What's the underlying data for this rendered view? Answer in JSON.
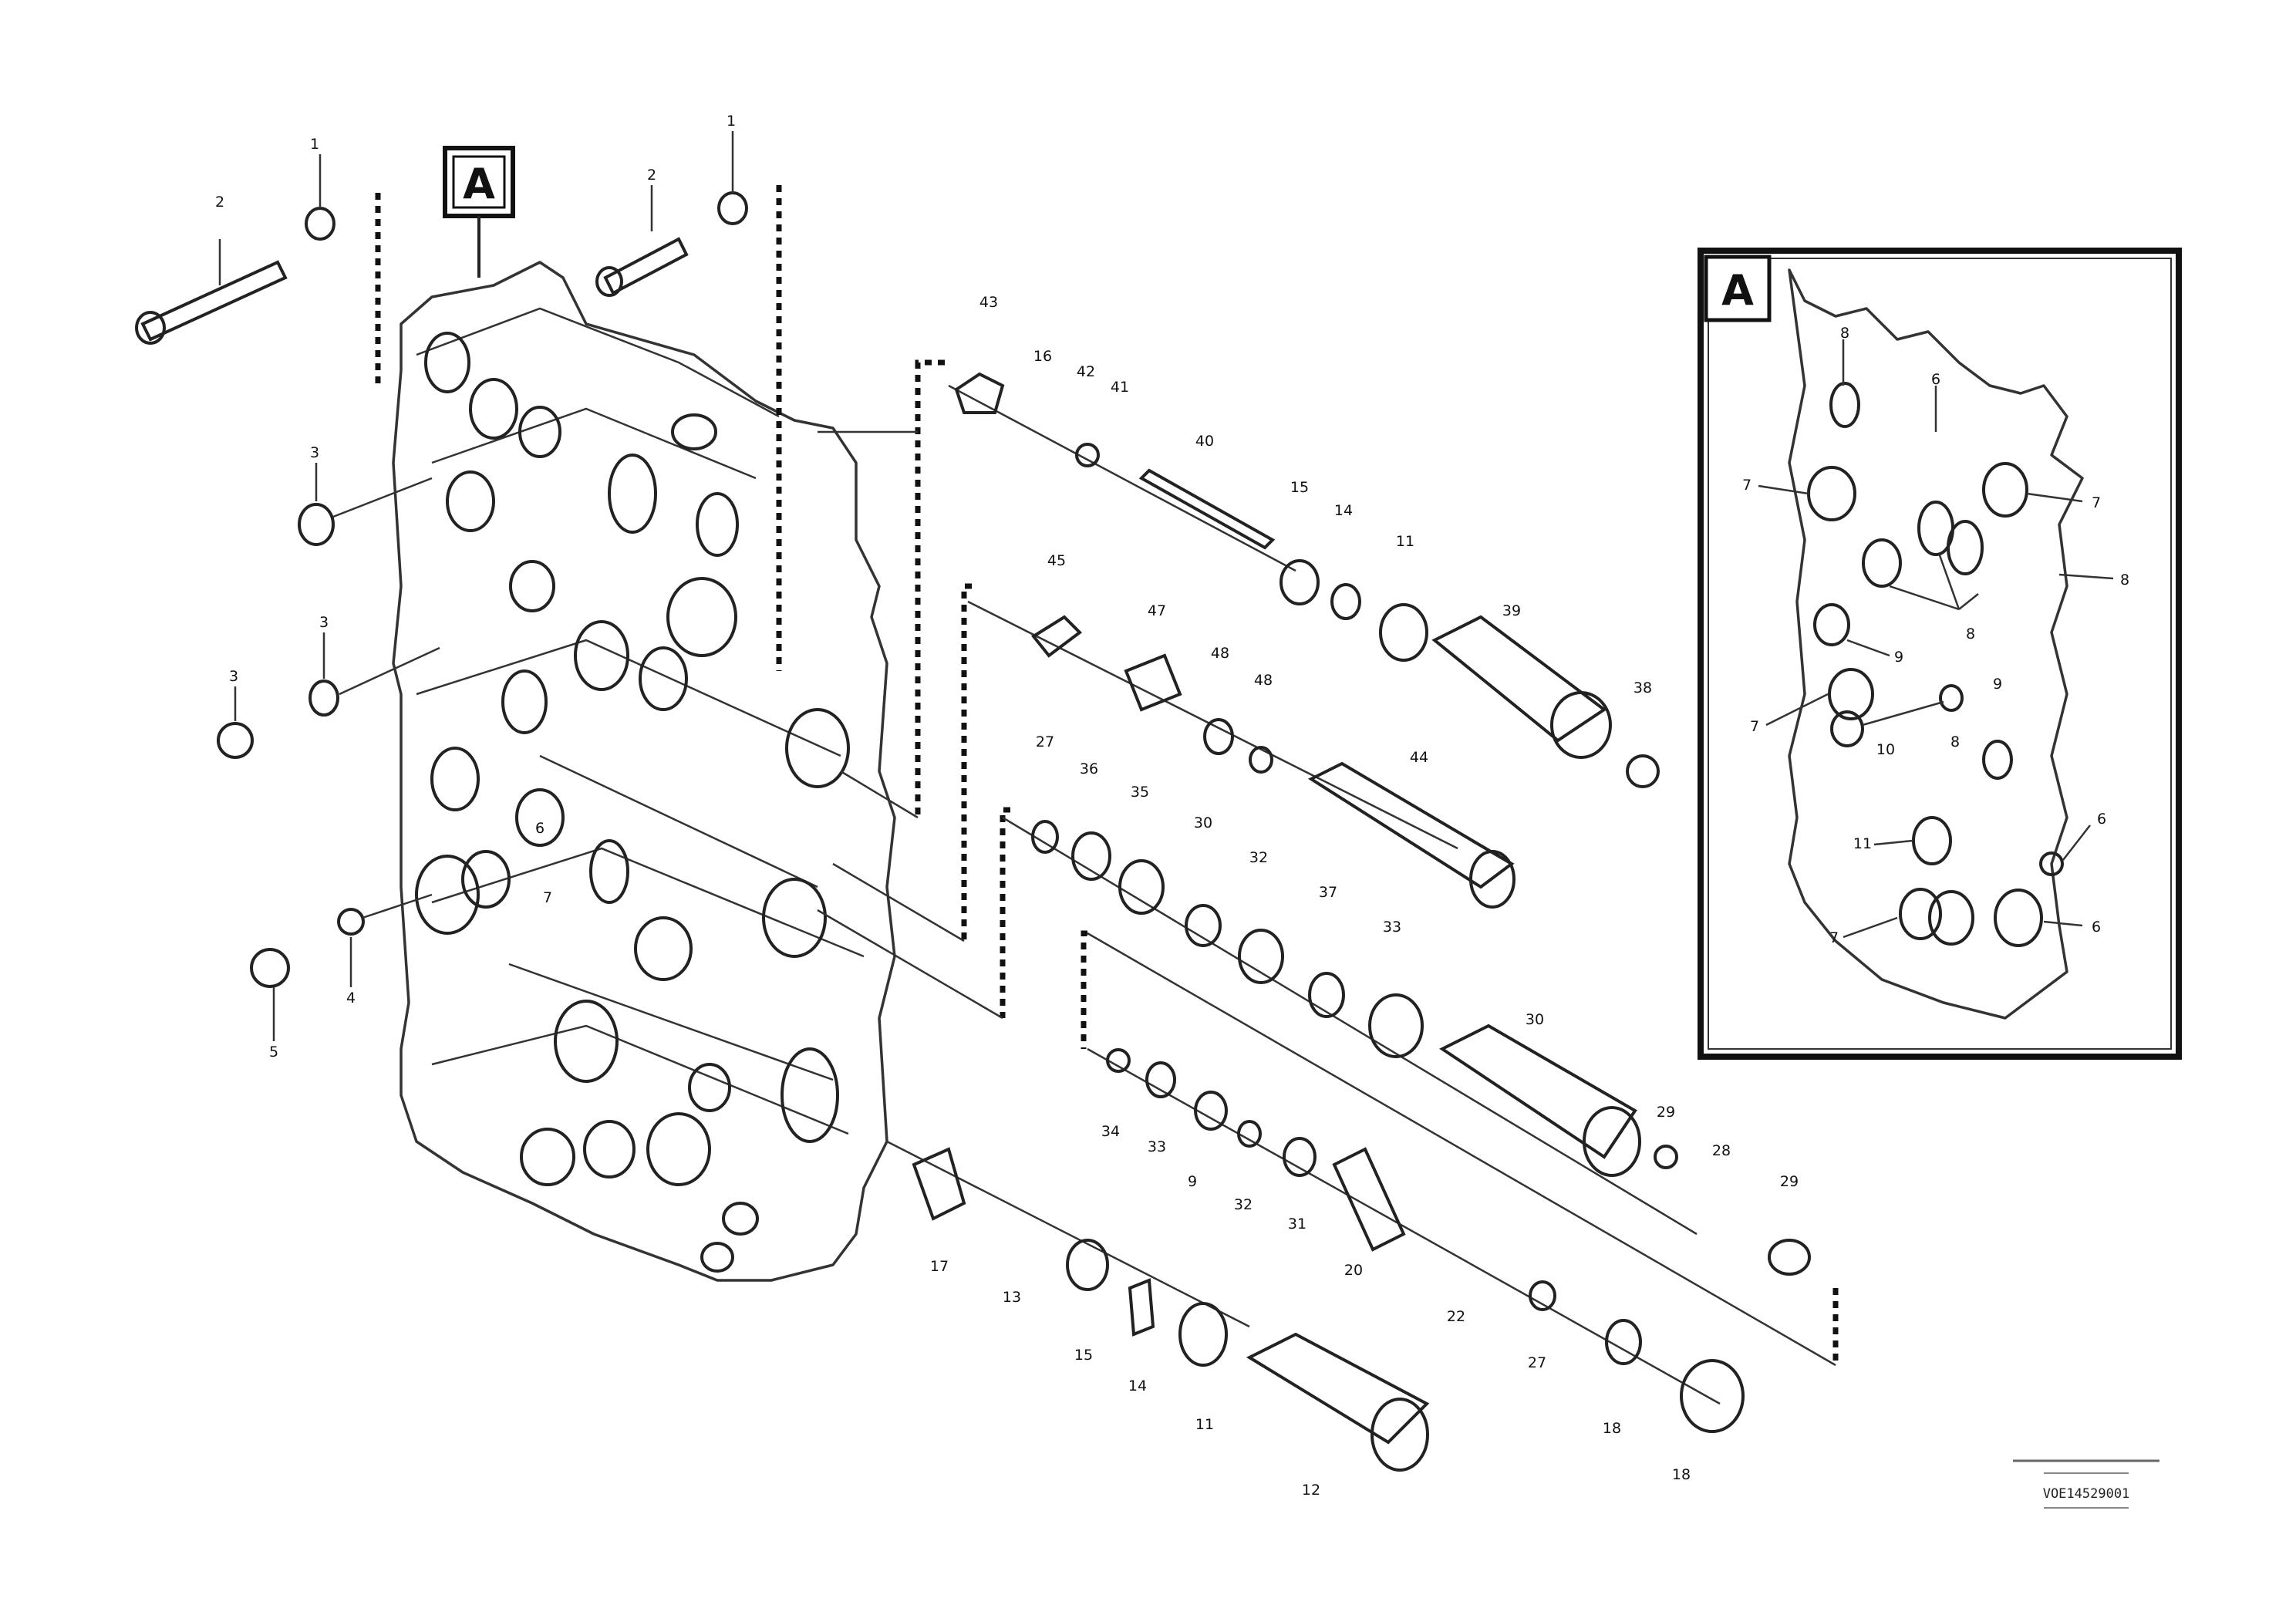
{
  "view_marker": "A",
  "detail_marker": "A",
  "drawing_reference": "VOE14529001",
  "callouts": {
    "c1": "1",
    "c2": "2",
    "c3": "1",
    "c4": "2",
    "c5": "3",
    "c6": "3",
    "c7": "3",
    "c8": "4",
    "c9": "5",
    "c10": "6",
    "c11": "7",
    "c12": "43",
    "c13": "16",
    "c14": "42",
    "c15": "41",
    "c16": "40",
    "c17": "15",
    "c18": "14",
    "c19": "11",
    "c20": "39",
    "c21": "38",
    "c22": "45",
    "c23": "47",
    "c24": "48",
    "c25": "48",
    "c26": "44",
    "c27": "27",
    "c28": "36",
    "c29": "35",
    "c30": "30",
    "c31": "32",
    "c32": "37",
    "c33": "33",
    "c34": "30",
    "c35": "29",
    "c36": "28",
    "c37": "29",
    "c38": "34",
    "c39": "33",
    "c40": "32",
    "c41": "9",
    "c42": "31",
    "c43": "20",
    "c44": "22",
    "c45": "27",
    "c46": "17",
    "c47": "13",
    "c48": "15",
    "c49": "14",
    "c50": "11",
    "c51": "12",
    "c52": "18",
    "c53": "18"
  },
  "detail_callouts": {
    "d1": "8",
    "d2": "6",
    "d3": "7",
    "d4": "7",
    "d5": "8",
    "d6": "8",
    "d7": "9",
    "d8": "7",
    "d9": "10",
    "d10": "9",
    "d11": "8",
    "d12": "11",
    "d13": "6",
    "d14": "7",
    "d15": "6"
  }
}
